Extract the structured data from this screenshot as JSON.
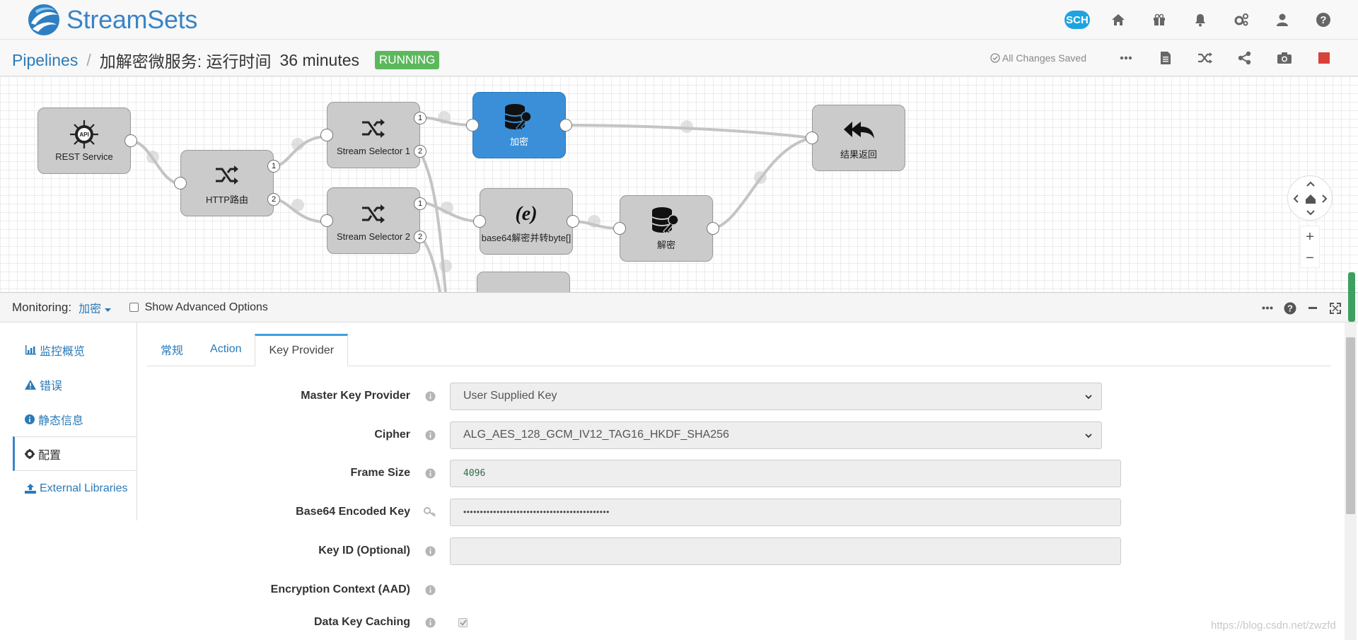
{
  "app": {
    "logo_text": "StreamSets"
  },
  "topnav": {
    "sch_label": "SCH",
    "icons": [
      "home-icon",
      "gift-icon",
      "bell-icon",
      "gears-icon",
      "user-icon",
      "help-icon"
    ]
  },
  "header": {
    "breadcrumb_root": "Pipelines",
    "separator": "/",
    "pipeline_title": "加解密微服务:  运行时间",
    "runtime": "36 minutes",
    "status": "RUNNING",
    "saved_text": "All Changes Saved"
  },
  "canvas": {
    "stages": {
      "rest": "REST Service",
      "http_router": "HTTP路由",
      "selector1": "Stream Selector 1",
      "selector2": "Stream Selector 2",
      "encrypt": "加密",
      "base64": "base64解密并转byte[]",
      "decrypt": "解密",
      "result": "结果返回"
    },
    "port_numbers": {
      "one": "1",
      "two": "2"
    },
    "zoom_in": "+",
    "zoom_out": "−"
  },
  "monitoring": {
    "label": "Monitoring:",
    "stage": "加密",
    "advanced_label": "Show Advanced Options"
  },
  "left_nav": {
    "items": [
      {
        "label": "监控概览"
      },
      {
        "label": "错误"
      },
      {
        "label": "静态信息"
      },
      {
        "label": "配置"
      },
      {
        "label": "External Libraries"
      }
    ]
  },
  "tabs": [
    {
      "label": "常规"
    },
    {
      "label": "Action"
    },
    {
      "label": "Key Provider"
    }
  ],
  "form": {
    "master_key_provider": {
      "label": "Master Key Provider",
      "value": "User Supplied Key"
    },
    "cipher": {
      "label": "Cipher",
      "value": "ALG_AES_128_GCM_IV12_TAG16_HKDF_SHA256"
    },
    "frame_size": {
      "label": "Frame Size",
      "value": "4096"
    },
    "base64_key": {
      "label": "Base64 Encoded Key",
      "value": "••••••••••••••••••••••••••••••••••••••••••••"
    },
    "key_id": {
      "label": "Key ID (Optional)",
      "value": ""
    },
    "encryption_context": {
      "label": "Encryption Context (AAD)"
    },
    "data_key_caching": {
      "label": "Data Key Caching",
      "checked": true
    }
  },
  "watermark": "https://blog.csdn.net/zwzfd"
}
